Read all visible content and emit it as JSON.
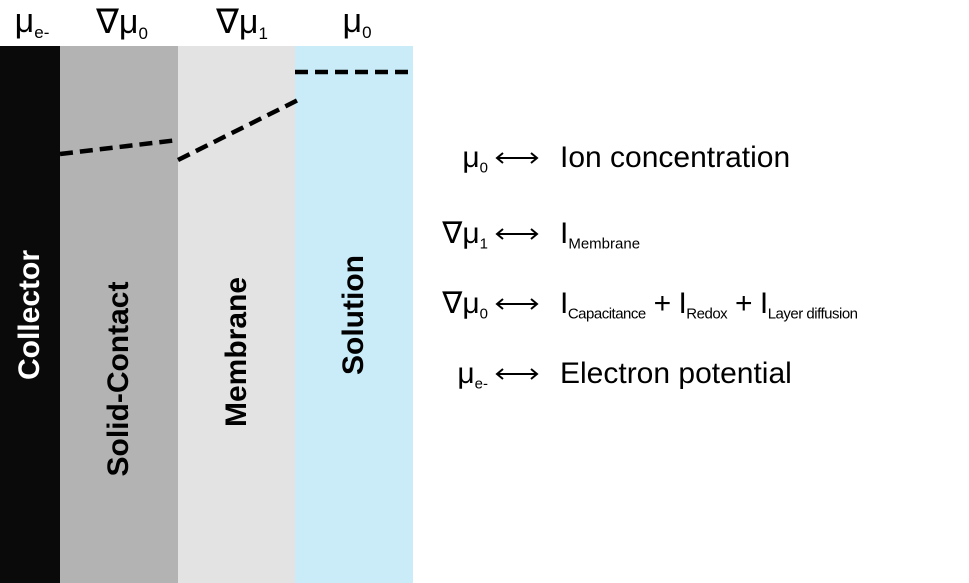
{
  "columns": {
    "collector": {
      "head_sym": "μ",
      "head_sub": "e-",
      "label": "Collector",
      "color": "#0a0a0a",
      "text_color": "#ffffff"
    },
    "solid_contact": {
      "head_sym": "∇μ",
      "head_sub": "0",
      "label": "Solid-Contact",
      "color": "#b3b3b3",
      "text_color": "#000000"
    },
    "membrane": {
      "head_sym": "∇μ",
      "head_sub": "1",
      "label": "Membrane",
      "color": "#e3e3e3",
      "text_color": "#000000"
    },
    "solution": {
      "head_sym": "μ",
      "head_sub": "0",
      "label": "Solution",
      "color": "#c9ecf8",
      "text_color": "#000000"
    }
  },
  "legend": {
    "row1": {
      "sym": "μ",
      "sub": "0",
      "text": "Ion concentration"
    },
    "row2": {
      "sym": "∇μ",
      "sub": "1",
      "term_i": "I",
      "term_sub": "Membrane"
    },
    "row3": {
      "sym": "∇μ",
      "sub": "0",
      "t1_i": "I",
      "t1_sub": "Capacitance",
      "plus": "+",
      "t2_i": "I",
      "t2_sub": "Redox",
      "t3_i": "I",
      "t3_sub": "Layer diffusion"
    },
    "row4": {
      "sym": "μ",
      "sub": "e-",
      "text": "Electron potential"
    }
  },
  "line_color": "#000000",
  "arrow_icon": "double-arrow-icon"
}
